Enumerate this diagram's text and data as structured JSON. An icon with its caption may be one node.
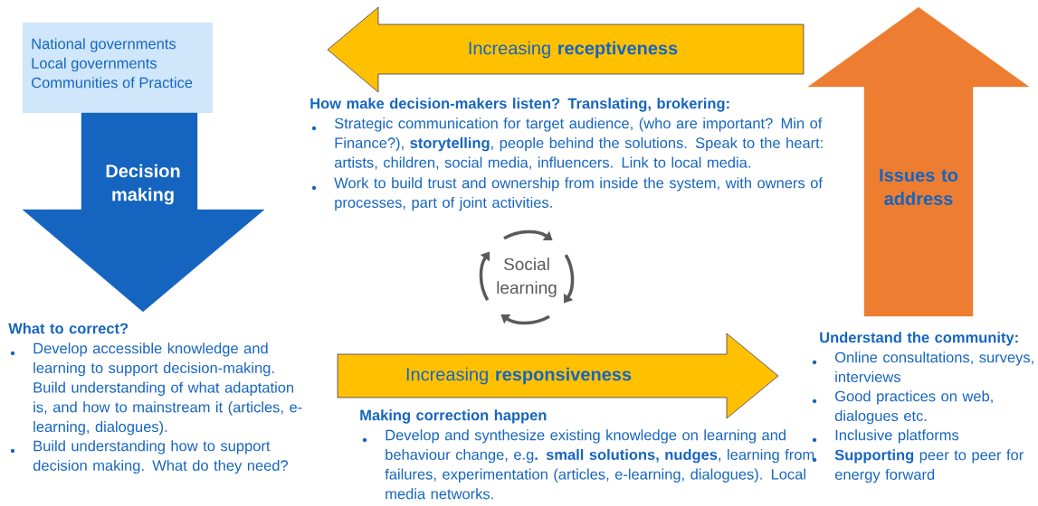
{
  "diagram": {
    "nodes": [
      {
        "text": [
          "National governments",
          "Local governments",
          "Communities of Practice"
        ]
      },
      {
        "text": [
          "Decision making"
        ]
      },
      {
        "text": [
          "Increasing **receptiveness**"
        ]
      },
      {
        "text": [
          "Issues to address"
        ]
      },
      {
        "text": [
          "Increasing **responsiveness**"
        ]
      },
      {
        "text": [
          "Social learning"
        ]
      }
    ],
    "labels": [
      "How make decision-makers listen? Translating, brokering:",
      "Strategic communication for target audience, (who are important? Min of Finance?), **storytelling**, people behind the solutions. Speak to the heart: artists, children, social media, influencers. Link to local media.",
      "Work to build trust and ownership from inside the system, with owners of processes, part of joint activities.",
      "What to correct?",
      "Develop accessible knowledge and learning to support decision-making. Build understanding of what adaptation is, and how to mainstream it (articles, e-learning, dialogues).",
      "Build understanding how to support decision making. What do they need?",
      "Understand the community:",
      "Online consultations, surveys, interviews",
      "Good practices on web, dialogues etc.",
      "Inclusive platforms",
      "**Supporting** peer to peer for energy forward",
      "Making correction happen",
      "Develop and synthesize existing knowledge on learning and behaviour change, e.g**. small solutions, nudges**, learning from failures, experimentation (articles, e-learning, dialogues). Local media networks."
    ]
  }
}
